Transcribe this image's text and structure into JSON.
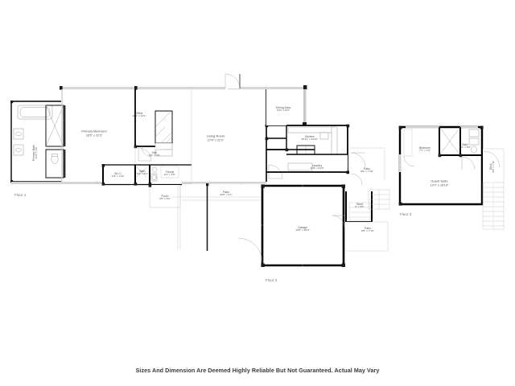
{
  "document": {
    "type": "real-estate-floor-plan",
    "disclaimer": "Sizes And Dimension Are Deemed Highly Reliable But Not Guaranteed. Actual May Vary",
    "background_color": "#ffffff",
    "line_color": "#000000",
    "label_color": "#4a4a4a"
  },
  "floors": [
    {
      "id": "floor-1",
      "caption": "Floor 1"
    },
    {
      "id": "floor-2",
      "caption": "Floor 2"
    },
    {
      "id": "floor-3",
      "caption": "Floor 3"
    }
  ],
  "rooms": {
    "primary_bath": {
      "name": "Primary Bath",
      "dim": "11'8\" x 4'6\""
    },
    "primary_bedroom": {
      "name": "Primary Bedroom",
      "dim": "18'5\" x 22'3\""
    },
    "office": {
      "name": "Office",
      "dim": "11'1\" x 13'1\""
    },
    "hall": {
      "name": "Hall",
      "dim": "6'6\" x 3'6\""
    },
    "wic": {
      "name": "W.I.C.",
      "dim": "6'4\" x 4'11\""
    },
    "bath": {
      "name": "Bath",
      "dim": "6'9\" x 6'1\""
    },
    "throne": {
      "name": "Throne",
      "dim": "6'1\" x 5'5\""
    },
    "porch": {
      "name": "Porch",
      "dim": "4'5\" x 5'2\""
    },
    "living_room": {
      "name": "Living Room",
      "dim": "27'4\" x 22'3\""
    },
    "patio_front": {
      "name": "Patio",
      "dim": "20'0\" x 4'1\""
    },
    "dining_area": {
      "name": "Dining Area",
      "dim": "8'11\" x 8'3\""
    },
    "kitchen": {
      "name": "Kitchen",
      "dim": "18'11\" x 13'10\""
    },
    "laundry": {
      "name": "Laundry",
      "dim": "11'8\" x 6'10\""
    },
    "patio_side": {
      "name": "Patio",
      "dim": "9'9\" x 7'10\""
    },
    "shed": {
      "name": "Shed",
      "dim": "6' x 5'5\""
    },
    "patio_rear": {
      "name": "Patio",
      "dim": "8'8\" x 7'10\""
    },
    "garage": {
      "name": "Garage",
      "dim": "19'6\" x 19'3\""
    },
    "bedroom": {
      "name": "Bedroom",
      "dim": "7'7\" x 7'9\""
    },
    "bath_3": {
      "name": "Bath",
      "dim": "9'2\" x 6'8\""
    },
    "guest_suite": {
      "name": "Guest Suite",
      "dim": "19'7\" x 16'10\""
    },
    "deck": {
      "name": "Deck",
      "dim": "3'5\" x 7'11\""
    }
  }
}
